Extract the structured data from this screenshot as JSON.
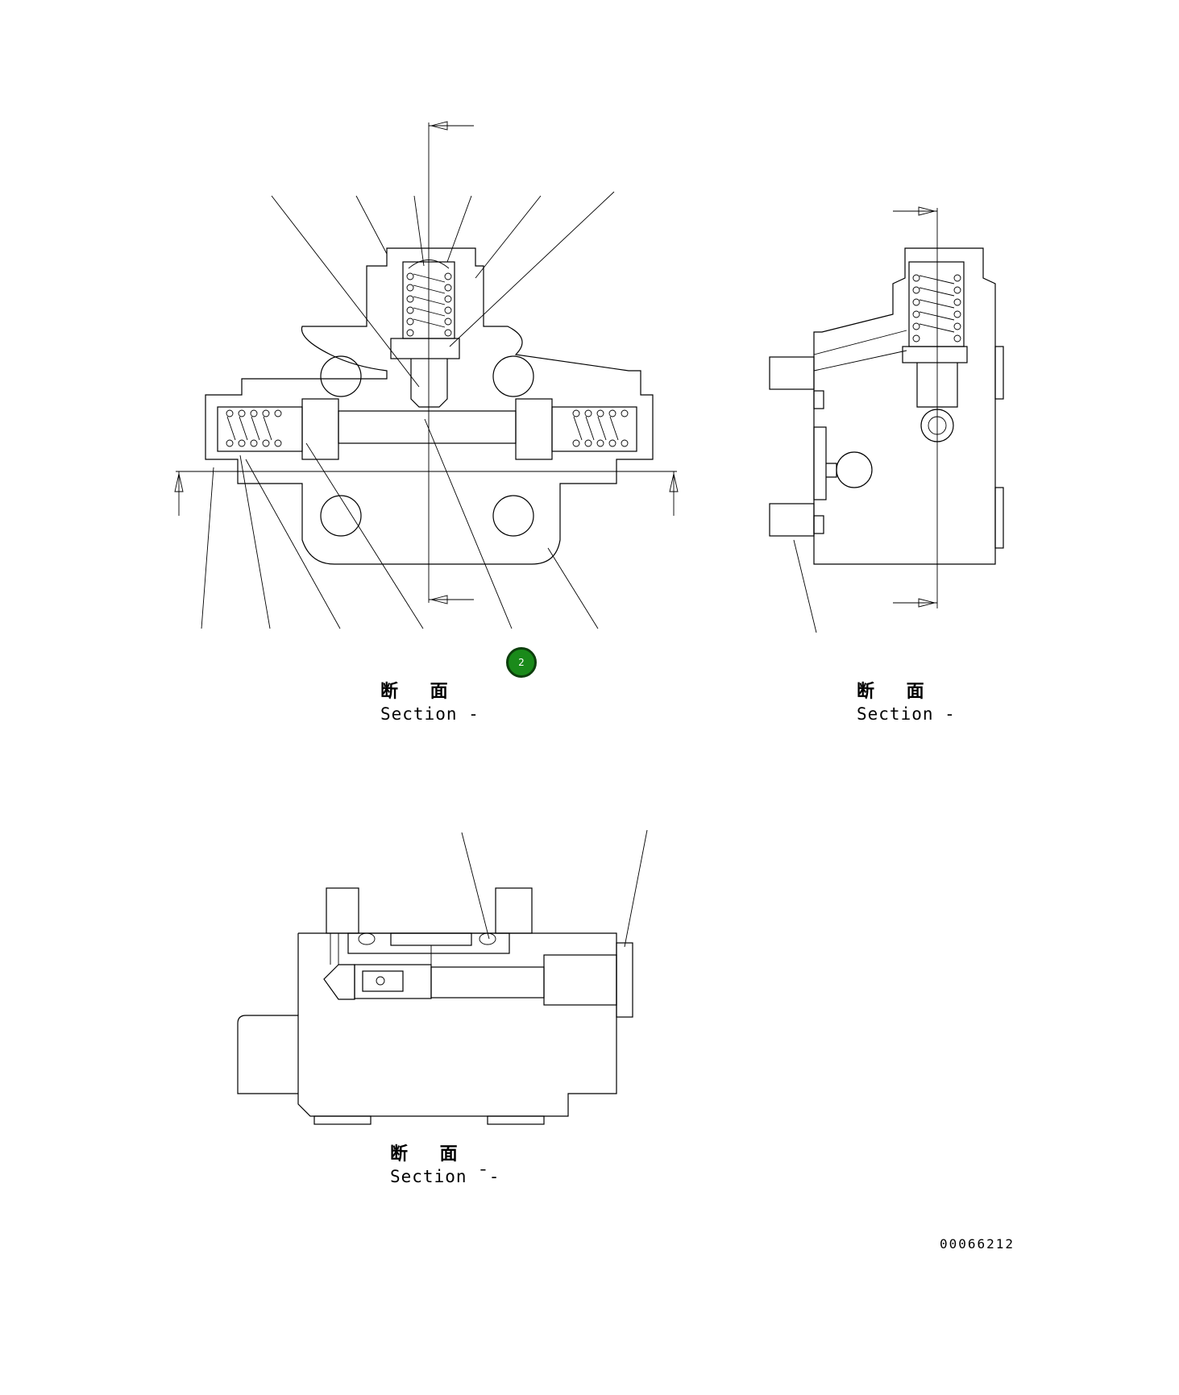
{
  "views": [
    {
      "jp": "断 面",
      "en": "Section  -"
    },
    {
      "jp": "断 面",
      "en": "Section  -"
    },
    {
      "jp": "断 面",
      "en": "Section ¯-"
    }
  ],
  "callout": {
    "label": "2",
    "color": "#1a8a1a"
  },
  "document_number": "00066212"
}
